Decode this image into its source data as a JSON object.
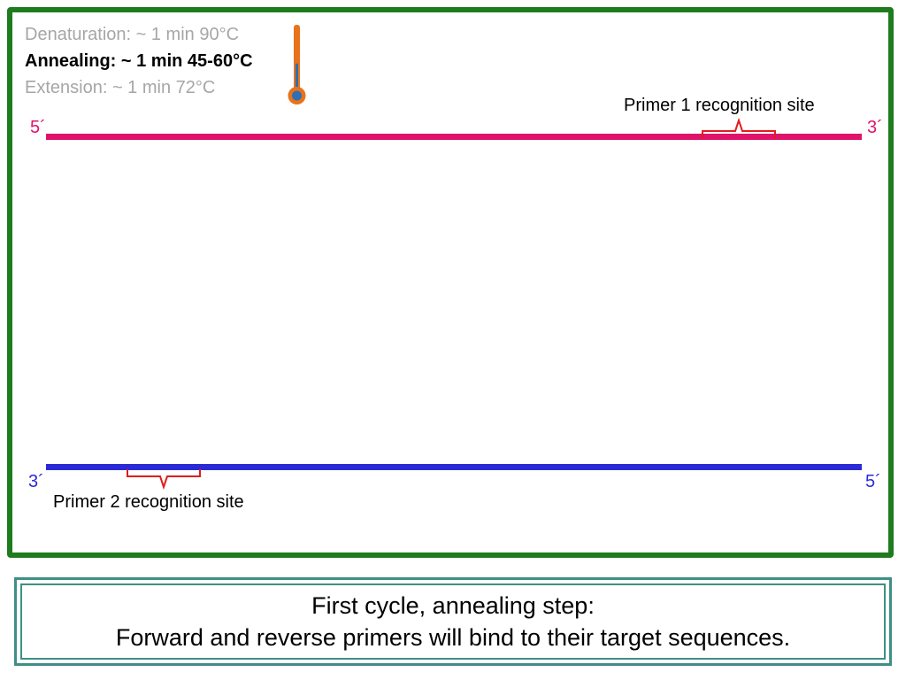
{
  "colors": {
    "frame": "#1e7b1e",
    "strand_top": "#e0136a",
    "strand_bottom": "#2b2bd6",
    "brace": "#e01c1c",
    "caption_border": "#3f8f86",
    "thermometer_tube": "#e8731a",
    "thermometer_mercury": "#2e6fb5"
  },
  "steps": [
    {
      "label": "Denaturation: ~ 1 min 90°C",
      "state": "inactive"
    },
    {
      "label": "Annealing: ~ 1 min 45-60°C",
      "state": "active"
    },
    {
      "label": "Extension: ~ 1 min 72°C",
      "state": "inactive"
    }
  ],
  "thermometer": {
    "icon": "thermometer-icon",
    "fill_fraction": 0.45
  },
  "top_strand": {
    "left_end": "5´",
    "right_end": "3´",
    "site_label": "Primer 1 recognition site"
  },
  "bottom_strand": {
    "left_end": "3´",
    "right_end": "5´",
    "site_label": "Primer 2 recognition site"
  },
  "caption": {
    "line1": "First cycle, annealing step:",
    "line2": "Forward and reverse primers will bind to their target sequences."
  }
}
